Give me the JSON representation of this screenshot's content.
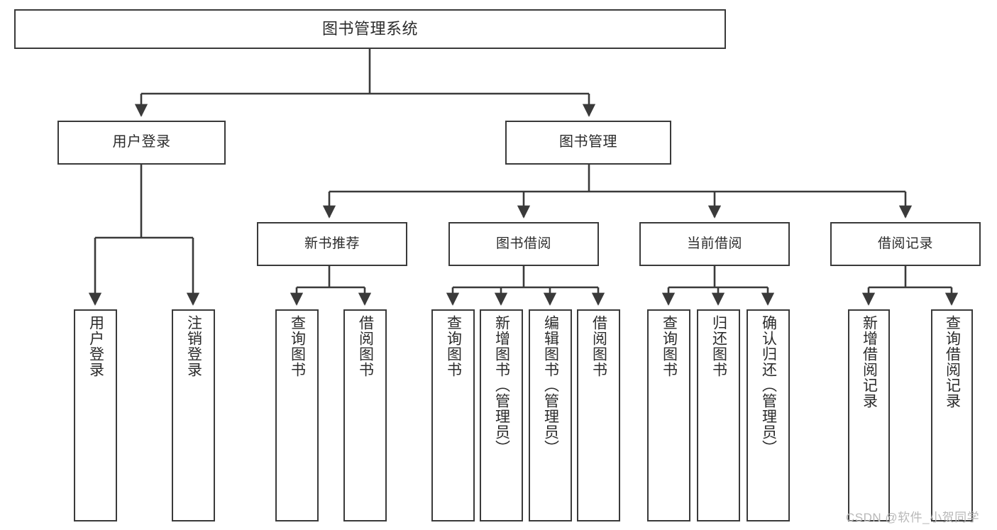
{
  "diagram": {
    "title": "图书管理系统",
    "type": "hierarchy-tree",
    "watermark": "CSDN @软件_小贺同学",
    "colors": {
      "stroke": "#3a3a3a",
      "fill": "#ffffff",
      "text": "#2b2b2b",
      "watermark": "#b8b8b8"
    },
    "root": {
      "label": "图书管理系统"
    },
    "level2": [
      {
        "id": "user-login",
        "label": "用户登录"
      },
      {
        "id": "book-manage",
        "label": "图书管理"
      }
    ],
    "level3": [
      {
        "id": "new-book-recommend",
        "label": "新书推荐"
      },
      {
        "id": "book-borrow",
        "label": "图书借阅"
      },
      {
        "id": "current-borrow",
        "label": "当前借阅"
      },
      {
        "id": "borrow-record",
        "label": "借阅记录"
      }
    ],
    "leaves": [
      {
        "id": "leaf-user-login",
        "label": "用户登录",
        "parent": "user-login"
      },
      {
        "id": "leaf-logout-login",
        "label": "注销登录",
        "parent": "user-login"
      },
      {
        "id": "leaf-query-book-1",
        "label": "查询图书",
        "parent": "new-book-recommend"
      },
      {
        "id": "leaf-borrow-book-1",
        "label": "借阅图书",
        "parent": "new-book-recommend"
      },
      {
        "id": "leaf-query-book-2",
        "label": "查询图书",
        "parent": "book-borrow"
      },
      {
        "id": "leaf-add-book",
        "label": "新增图书（管理员）",
        "parent": "book-borrow"
      },
      {
        "id": "leaf-edit-book",
        "label": "编辑图书（管理员）",
        "parent": "book-borrow"
      },
      {
        "id": "leaf-borrow-book-2",
        "label": "借阅图书",
        "parent": "book-borrow"
      },
      {
        "id": "leaf-query-book-3",
        "label": "查询图书",
        "parent": "current-borrow"
      },
      {
        "id": "leaf-return-book",
        "label": "归还图书",
        "parent": "current-borrow"
      },
      {
        "id": "leaf-confirm-return",
        "label": "确认归还（管理员）",
        "parent": "current-borrow"
      },
      {
        "id": "leaf-add-record",
        "label": "新增借阅记录",
        "parent": "borrow-record"
      },
      {
        "id": "leaf-query-record",
        "label": "查询借阅记录",
        "parent": "borrow-record"
      }
    ]
  }
}
